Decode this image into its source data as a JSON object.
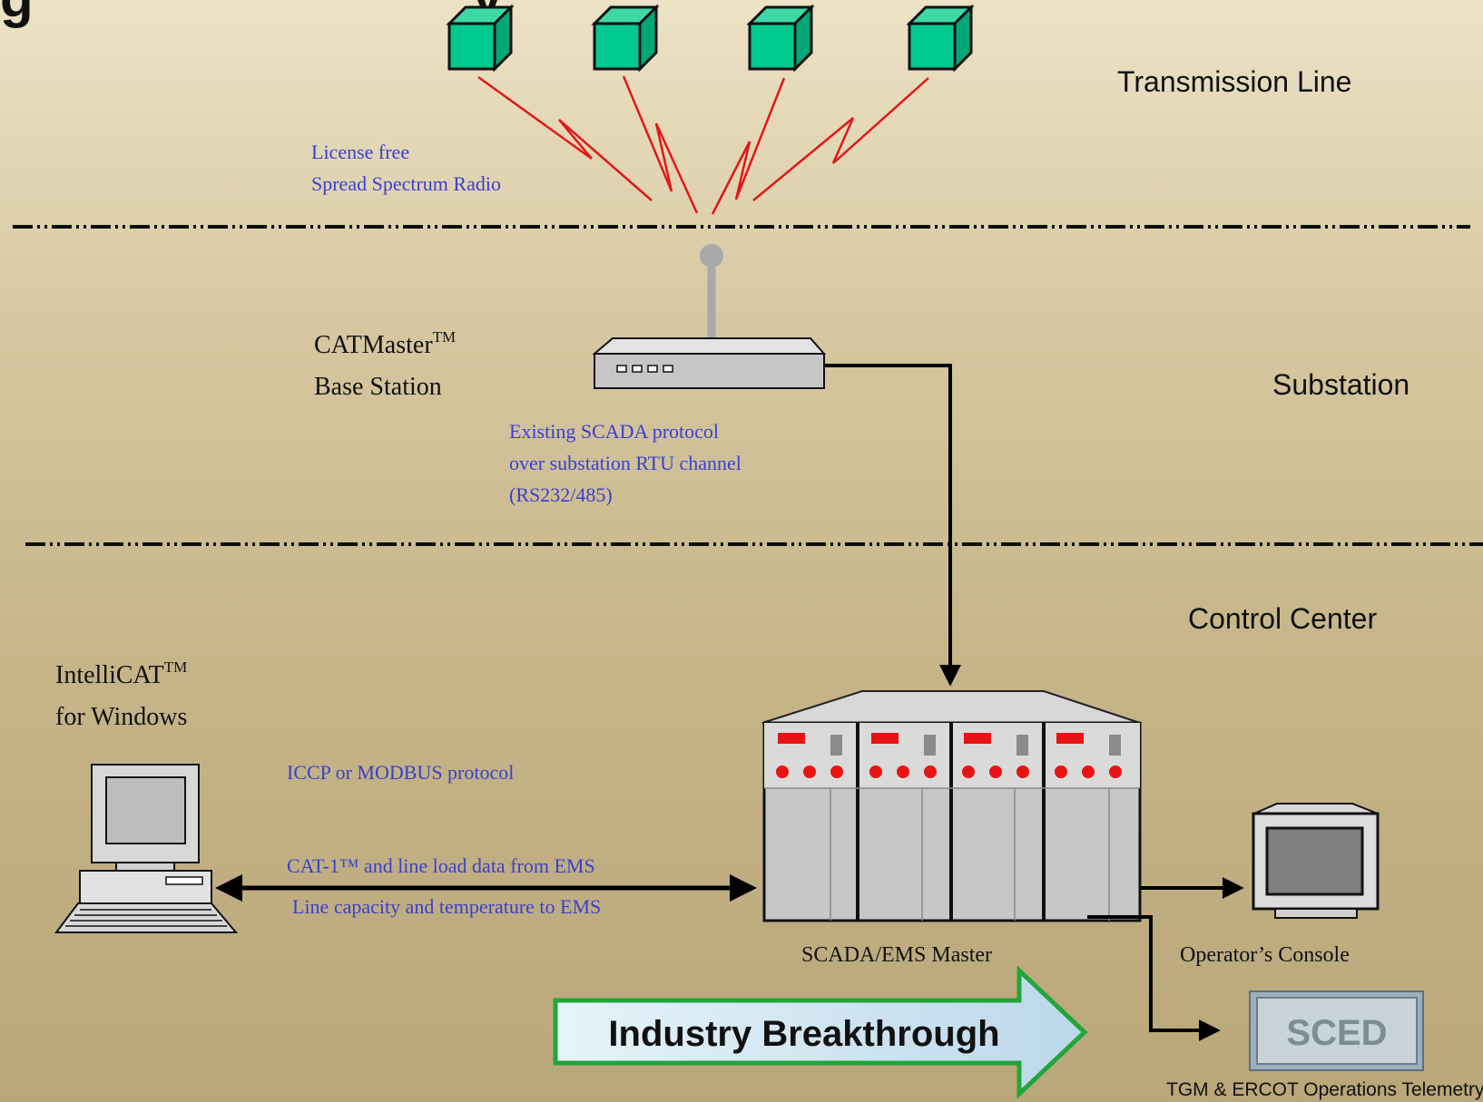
{
  "colors": {
    "background_top": "#ece2c6",
    "background_bottom": "#b9a77a",
    "sensor": "#00c98f",
    "radio_link": "#e01818",
    "note_text": "#3a3fd0",
    "arrow_fill": "#d6ecf7",
    "arrow_border": "#22a53a",
    "sced_text": "#7d8d96"
  },
  "regions": {
    "transmission_line": "Transmission Line",
    "substation": "Substation",
    "control_center": "Control Center"
  },
  "notes": {
    "radio_line1": "License free",
    "radio_line2": "Spread Spectrum Radio",
    "scada_line1": "Existing SCADA protocol",
    "scada_line2": "over substation RTU channel",
    "scada_line3": "(RS232/485)",
    "icc_protocol": "ICCP or MODBUS protocol",
    "data_from_ems": "CAT-1™ and line load data from EMS",
    "data_to_ems": "Line capacity and temperature to EMS"
  },
  "devices": {
    "base_station_name": "CATMaster",
    "base_station_tm": "TM",
    "base_station_sub": "Base Station",
    "intellicat_name": "IntelliCAT",
    "intellicat_tm": "TM",
    "intellicat_sub": "for Windows",
    "master_label": "SCADA/EMS Master",
    "console_label": "Operator’s Console",
    "sced_label": "SCED",
    "telemetry_label": "TGM & ERCOT Operations Telemetry"
  },
  "banner": {
    "title_fragment": "g                             y                                                                           g   y",
    "breakthrough_label": "Industry Breakthrough"
  },
  "icons": [
    "sensor-cube-icon",
    "radio-link-icon",
    "base-station-icon",
    "server-rack-icon",
    "pc-icon",
    "monitor-icon"
  ]
}
